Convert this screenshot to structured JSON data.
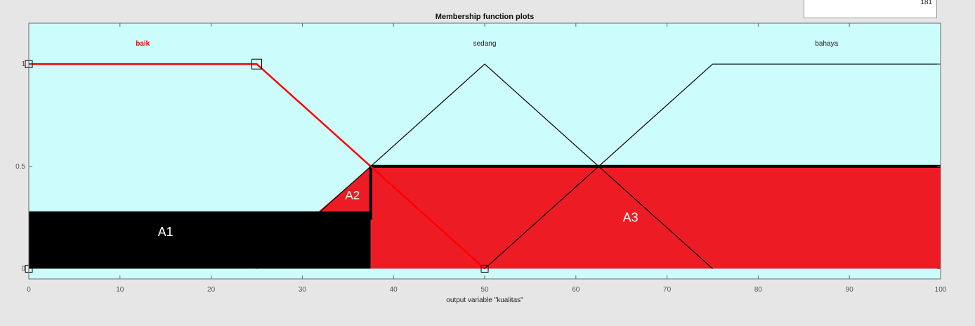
{
  "points_box": {
    "value": "181"
  },
  "colors": {
    "plot_background": "#ccfcfc",
    "selected_mf": "#ff0000",
    "mf_line": "#000000",
    "region_fill": "#ed1c24",
    "region_a1_fill": "#000000",
    "region_label": "#ffffff",
    "axis_text": "#555555"
  },
  "chart_data": {
    "type": "line",
    "title": "Membership function plots",
    "xlabel": "output variable \"kualitas\"",
    "ylabel": "",
    "xlim": [
      0,
      100
    ],
    "ylim": [
      -0.05,
      1.2
    ],
    "x_ticks": [
      0,
      10,
      20,
      30,
      40,
      50,
      60,
      70,
      80,
      90,
      100
    ],
    "y_ticks": [
      0,
      0.5,
      1
    ],
    "x_tick_labels": [
      "0",
      "10",
      "20",
      "30",
      "40",
      "50",
      "60",
      "70",
      "80",
      "90",
      "100"
    ],
    "y_tick_labels": [
      "0",
      "0.5",
      "1"
    ],
    "grid": false,
    "series": [
      {
        "name": "baik",
        "selected": true,
        "x": [
          0,
          25,
          50
        ],
        "y": [
          1,
          1,
          0
        ],
        "label_x": 12.5
      },
      {
        "name": "sedang",
        "selected": false,
        "x": [
          25,
          50,
          75
        ],
        "y": [
          0,
          1,
          0
        ],
        "label_x": 50
      },
      {
        "name": "bahaya",
        "selected": false,
        "x": [
          50,
          75,
          100
        ],
        "y": [
          0,
          1,
          1
        ],
        "label_x": 87.5
      }
    ],
    "handles": [
      {
        "x": 0,
        "y": 1
      },
      {
        "x": 25,
        "y": 1
      },
      {
        "x": 0,
        "y": 0
      },
      {
        "x": 50,
        "y": 0
      }
    ],
    "regions": [
      {
        "name": "A1",
        "label": "A1",
        "polygon": [
          [
            0,
            0
          ],
          [
            0,
            0.28
          ],
          [
            37.5,
            0.28
          ],
          [
            37.5,
            0
          ]
        ],
        "label_pos": [
          15,
          0.16
        ]
      },
      {
        "name": "A2",
        "label": "A2",
        "polygon": [
          [
            31.8,
            0.28
          ],
          [
            37.5,
            0.5
          ],
          [
            37.5,
            0.28
          ]
        ],
        "label_pos": [
          35.5,
          0.34
        ]
      },
      {
        "name": "A3",
        "label": "A3",
        "polygon": [
          [
            37.5,
            0
          ],
          [
            37.5,
            0.5
          ],
          [
            100,
            0.5
          ],
          [
            100,
            0
          ]
        ],
        "label_pos": [
          66,
          0.23
        ]
      }
    ],
    "output_outline": {
      "x": [
        37.5,
        37.5,
        100
      ],
      "y": [
        0.24,
        0.5,
        0.5
      ]
    }
  }
}
